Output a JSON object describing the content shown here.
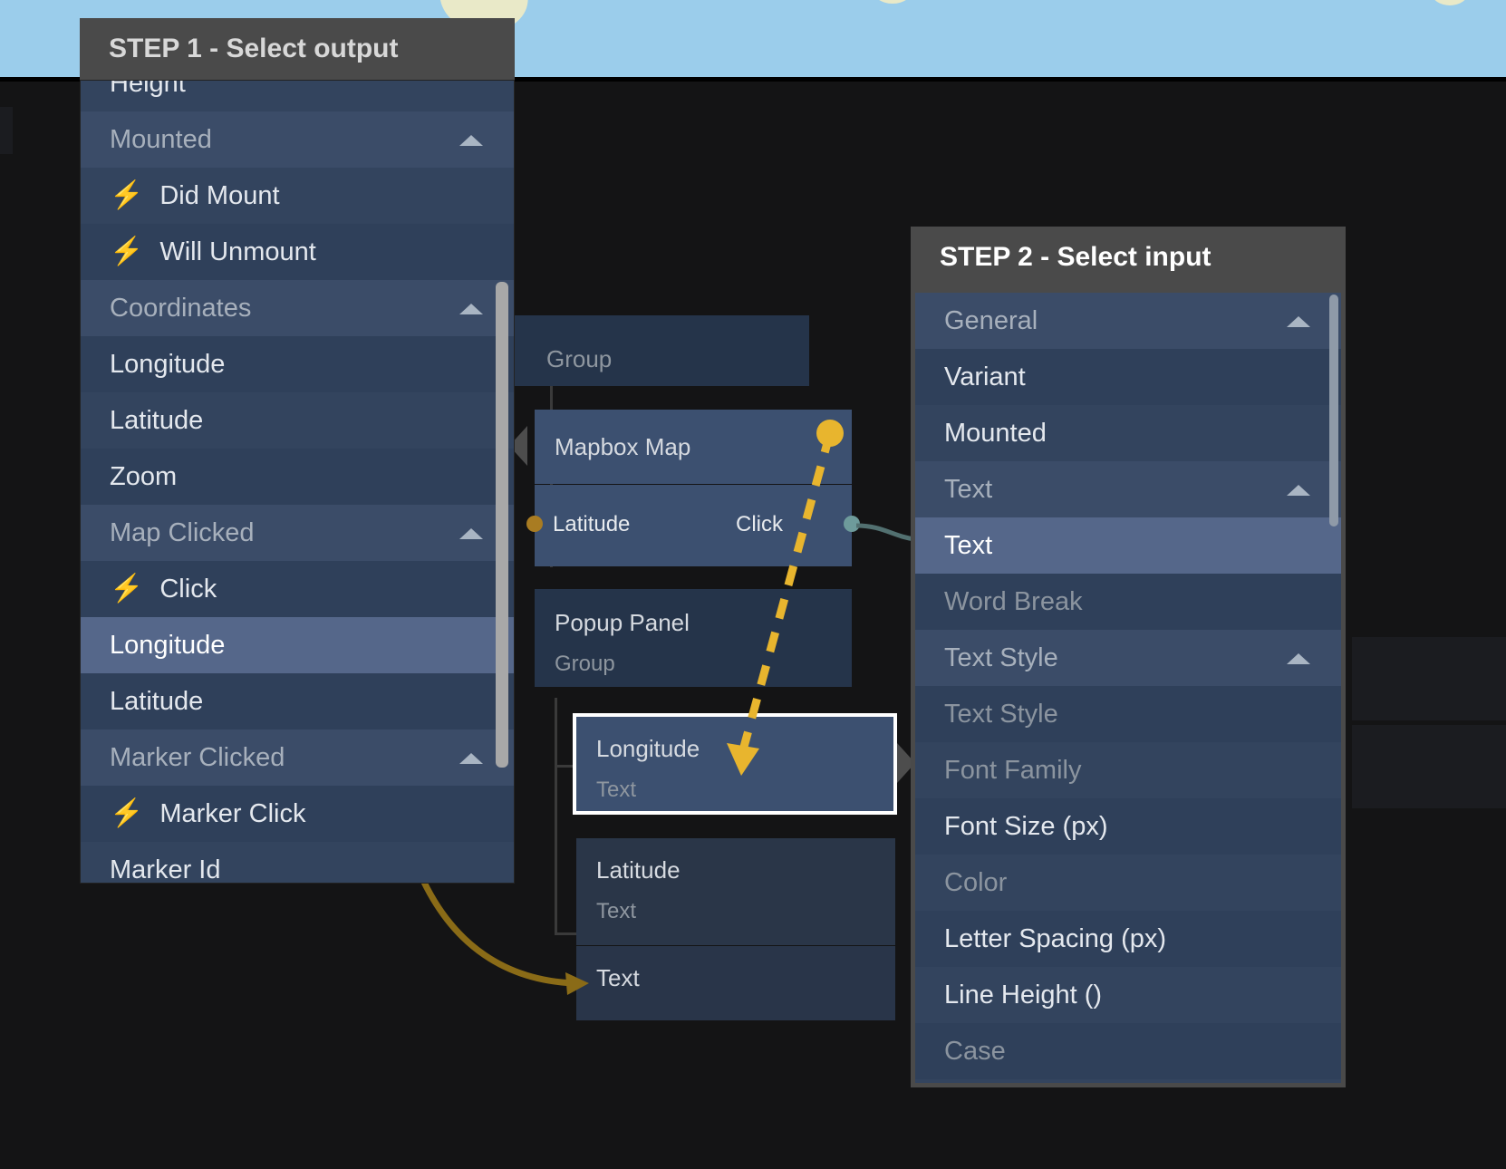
{
  "canvas": {
    "background_color": "#141415",
    "map_strip_color": "#9bcdeb",
    "land_color": "#e9e9c8"
  },
  "step1": {
    "title": "STEP 1 - Select output",
    "scroll_clipped_top_item": "Height",
    "scroll_clipped_bottom_item": "Marker Id",
    "items": [
      {
        "label": "Height",
        "type": "leaf",
        "state": "clipped"
      },
      {
        "label": "Mounted",
        "type": "group",
        "state": "expanded"
      },
      {
        "label": "Did Mount",
        "type": "event",
        "state": "normal"
      },
      {
        "label": "Will Unmount",
        "type": "event",
        "state": "normal"
      },
      {
        "label": "Coordinates",
        "type": "group",
        "state": "expanded"
      },
      {
        "label": "Longitude",
        "type": "leaf",
        "state": "normal"
      },
      {
        "label": "Latitude",
        "type": "leaf",
        "state": "normal"
      },
      {
        "label": "Zoom",
        "type": "leaf",
        "state": "normal"
      },
      {
        "label": "Map Clicked",
        "type": "group",
        "state": "expanded"
      },
      {
        "label": "Click",
        "type": "event",
        "state": "normal"
      },
      {
        "label": "Longitude",
        "type": "leaf",
        "state": "highlighted"
      },
      {
        "label": "Latitude",
        "type": "leaf",
        "state": "normal"
      },
      {
        "label": "Marker Clicked",
        "type": "group",
        "state": "expanded"
      },
      {
        "label": "Marker Click",
        "type": "event",
        "state": "normal"
      },
      {
        "label": "Marker Id",
        "type": "leaf",
        "state": "clipped"
      }
    ]
  },
  "step2": {
    "title": "STEP 2 - Select input",
    "items": [
      {
        "label": "General",
        "type": "group",
        "state": "expanded"
      },
      {
        "label": "Variant",
        "type": "leaf",
        "state": "normal"
      },
      {
        "label": "Mounted",
        "type": "leaf",
        "state": "normal"
      },
      {
        "label": "Text",
        "type": "group",
        "state": "expanded"
      },
      {
        "label": "Text",
        "type": "leaf",
        "state": "highlighted"
      },
      {
        "label": "Word Break",
        "type": "leaf",
        "state": "disabled"
      },
      {
        "label": "Text Style",
        "type": "group",
        "state": "expanded"
      },
      {
        "label": "Text Style",
        "type": "leaf",
        "state": "disabled"
      },
      {
        "label": "Font Family",
        "type": "leaf",
        "state": "disabled"
      },
      {
        "label": "Font Size (px)",
        "type": "leaf",
        "state": "normal"
      },
      {
        "label": "Color",
        "type": "leaf",
        "state": "disabled"
      },
      {
        "label": "Letter Spacing (px)",
        "type": "leaf",
        "state": "normal"
      },
      {
        "label": "Line Height ()",
        "type": "leaf",
        "state": "normal"
      },
      {
        "label": "Case",
        "type": "leaf",
        "state": "disabled"
      }
    ]
  },
  "graph": {
    "nodes": [
      {
        "id": "group-top",
        "title": "",
        "subtitle": "Group",
        "kind": "group"
      },
      {
        "id": "mapbox-map",
        "title": "Mapbox Map",
        "subtitle": "",
        "kind": "component"
      },
      {
        "id": "popup-panel",
        "title": "Popup Panel",
        "subtitle": "Group",
        "kind": "group"
      },
      {
        "id": "longitude",
        "title": "Longitude",
        "subtitle": "Text",
        "kind": "component",
        "selected": true
      },
      {
        "id": "latitude",
        "title": "Latitude",
        "subtitle": "Text",
        "kind": "component"
      },
      {
        "id": "text",
        "title": "Text",
        "subtitle": "",
        "kind": "component"
      }
    ],
    "ports": {
      "mapbox_input_label": "Latitude",
      "mapbox_output_label": "Click"
    },
    "connection": {
      "from": "Click",
      "to": "Longitude",
      "color": "#e8b52e",
      "style": "dashed"
    },
    "secondary_connection": {
      "to": "Text",
      "color": "#8a6b17",
      "style": "solid"
    }
  },
  "icons": {
    "bolt": "⚡",
    "chevron_up": "chevron-up-icon"
  }
}
